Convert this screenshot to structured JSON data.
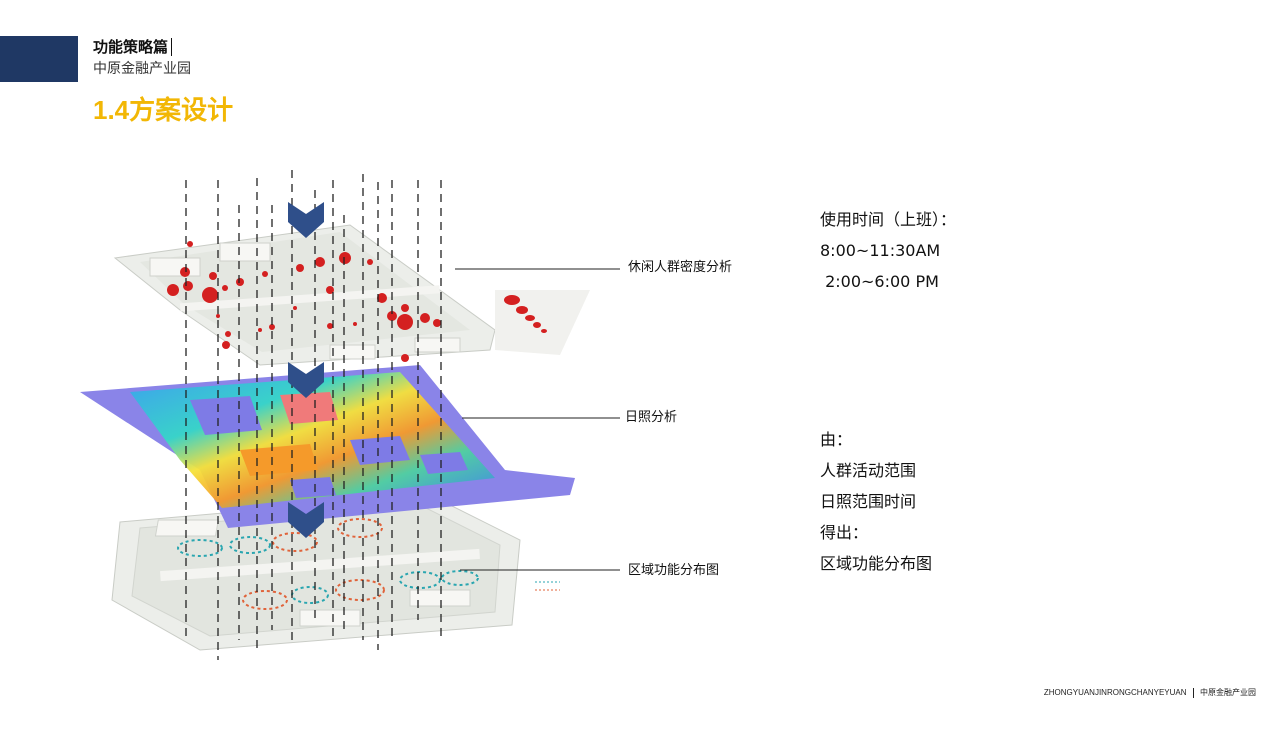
{
  "header": {
    "section_title": "功能策略篇",
    "project_name": "中原金融产业园",
    "page_title": "1.4方案设计"
  },
  "layers": {
    "crowd_density": "休闲人群密度分析",
    "sunlight": "日照分析",
    "zoning": "区域功能分布图"
  },
  "usage": {
    "heading": "使用时间（上班）：",
    "time_morning": "8:00~11:30AM",
    "time_afternoon": " 2:00~6:00 PM"
  },
  "derivation": {
    "from_label": "由：",
    "item_1": "人群活动范围",
    "item_2": "日照范围时间",
    "result_label": "得出：",
    "result": "区域功能分布图"
  },
  "footer": {
    "pinyin": "ZHONGYUANJINRONGCHANYEYUAN",
    "name": "中原金融产业园"
  },
  "colors": {
    "brand_navy": "#1f3864",
    "title_yellow": "#f2b705",
    "arrow_blue": "#2f4f8a",
    "density_red": "#d42020",
    "sun_purple": "#8a84e8",
    "zone_teal": "#2aa6b0",
    "zone_orange": "#e0633a"
  }
}
